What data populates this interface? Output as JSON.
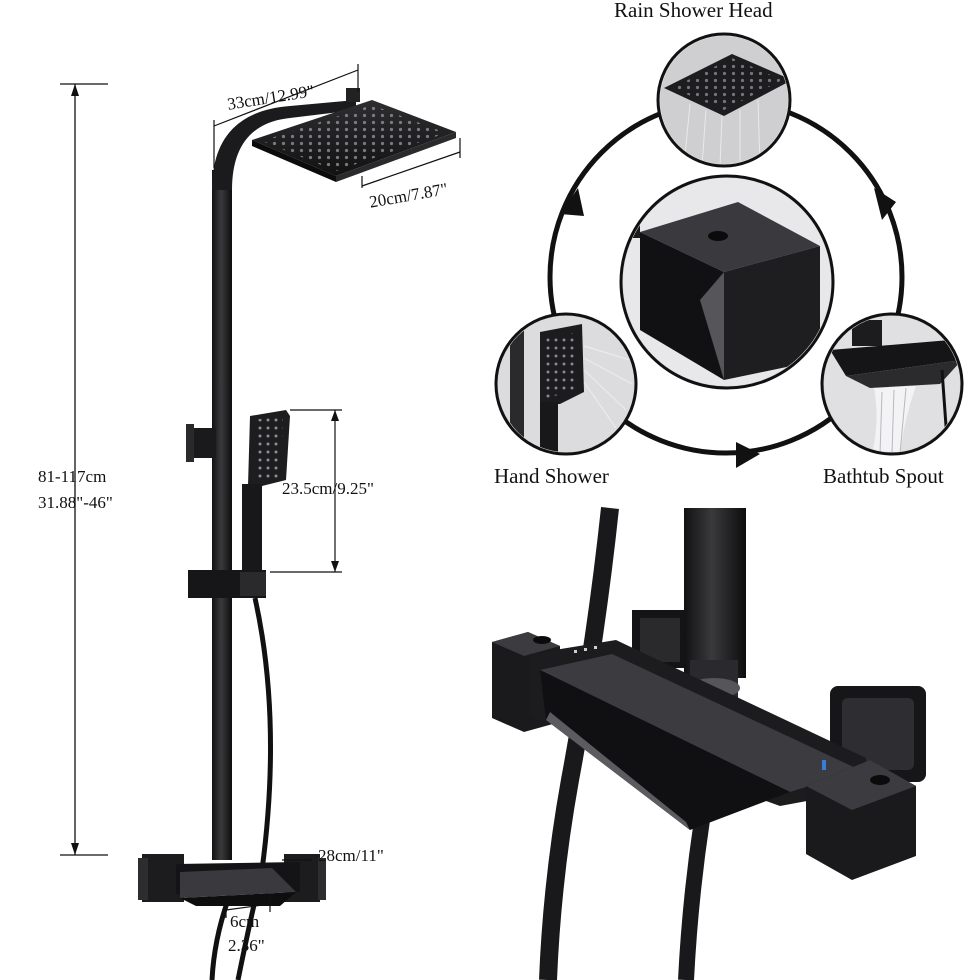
{
  "dimensions": {
    "head_width": "33cm/12.99\"",
    "head_depth": "20cm/7.87\"",
    "height_range_cm": "81-117cm",
    "height_range_in": "31.88\"-46\"",
    "hand_shower_length": "23.5cm/9.25\"",
    "mixer_width": "28cm/11\"",
    "spout_cm": "6cm",
    "spout_in": "2.36\""
  },
  "functions": {
    "rain_shower_head": "Rain Shower Head",
    "hand_shower": "Hand Shower",
    "bathtub_spout": "Bathtub Spout"
  },
  "colors": {
    "product": "#1c1c1e",
    "product_highlight": "#4a4a4e",
    "line": "#111111",
    "background": "#ffffff"
  }
}
